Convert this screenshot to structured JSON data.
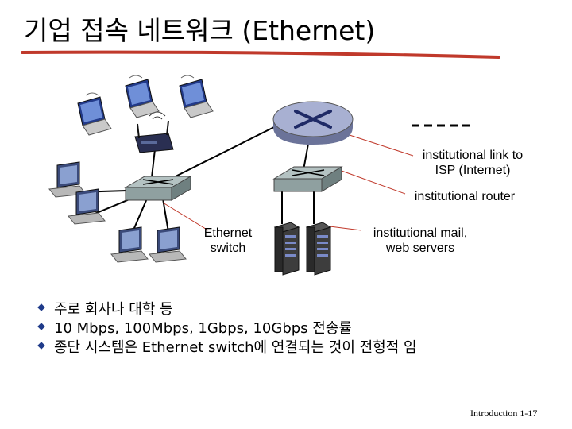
{
  "slide": {
    "title": "기업 접속 네트워크 (Ethernet)",
    "footer": "Introduction 1-17"
  },
  "diagram": {
    "labels": {
      "institutional_link": "institutional link to ISP (Internet)",
      "institutional_link_line1": "institutional link to",
      "institutional_link_line2": "ISP (Internet)",
      "institutional_router": "institutional router",
      "ethernet_switch_line1": "Ethernet",
      "ethernet_switch_line2": "switch",
      "servers_line1": "institutional mail,",
      "servers_line2": "web servers"
    },
    "colors": {
      "title_underline": "#c0392b",
      "router": "#9ea6c8",
      "switch": "#9aa9a9",
      "bullet": "#1f3b8a"
    }
  },
  "bullets": [
    "주로 회사나 대학 등",
    "10 Mbps, 100Mbps, 1Gbps, 10Gbps 전송률",
    "종단 시스템은 Ethernet switch에 연결되는 것이 전형적 임"
  ]
}
